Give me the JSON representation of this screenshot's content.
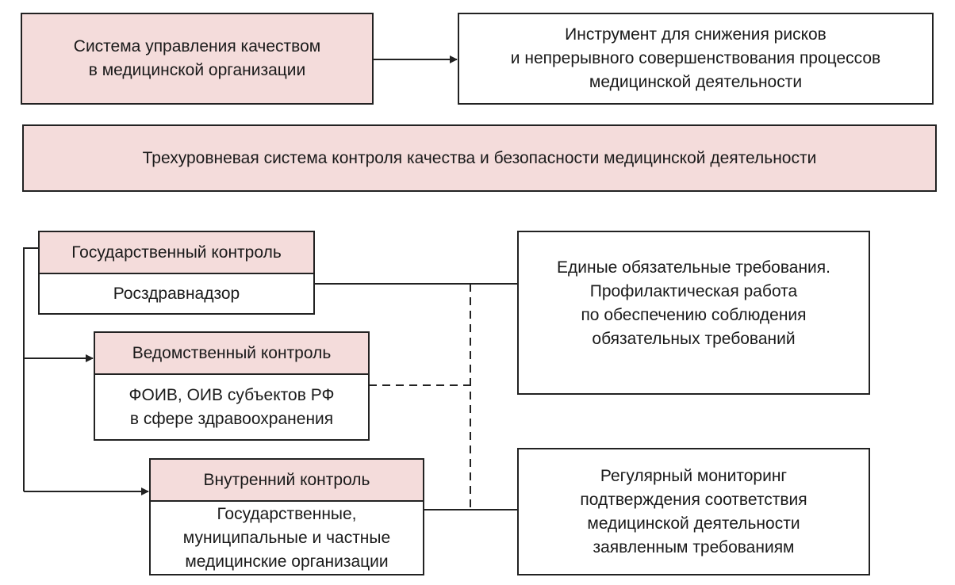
{
  "top_left": "Система управления качеством\nв медицинской организации",
  "top_right": "Инструмент для снижения рисков\nи непрерывного совершенствования процессов\nмедицинской деятельности",
  "banner": "Трехуровневая система контроля качества и безопасности медицинской деятельности",
  "levels": [
    {
      "title": "Государственный контроль",
      "body": "Росздравнадзор"
    },
    {
      "title": "Ведомственный контроль",
      "body": "ФОИВ, ОИВ субъектов РФ\nв сфере здравоохранения"
    },
    {
      "title": "Внутренний контроль",
      "body": "Государственные,\nмуниципальные и частные\nмедицинские организации"
    }
  ],
  "right_top": "Единые обязательные требования.\nПрофилактическая работа\nпо обеспечению соблюдения\nобязательных требований",
  "right_bottom": "Регулярный мониторинг\nподтверждения соответствия\nмедицинской деятельности\nзаявленным требованиям",
  "colors": {
    "fill": "#f4dcdb",
    "stroke": "#222222"
  }
}
